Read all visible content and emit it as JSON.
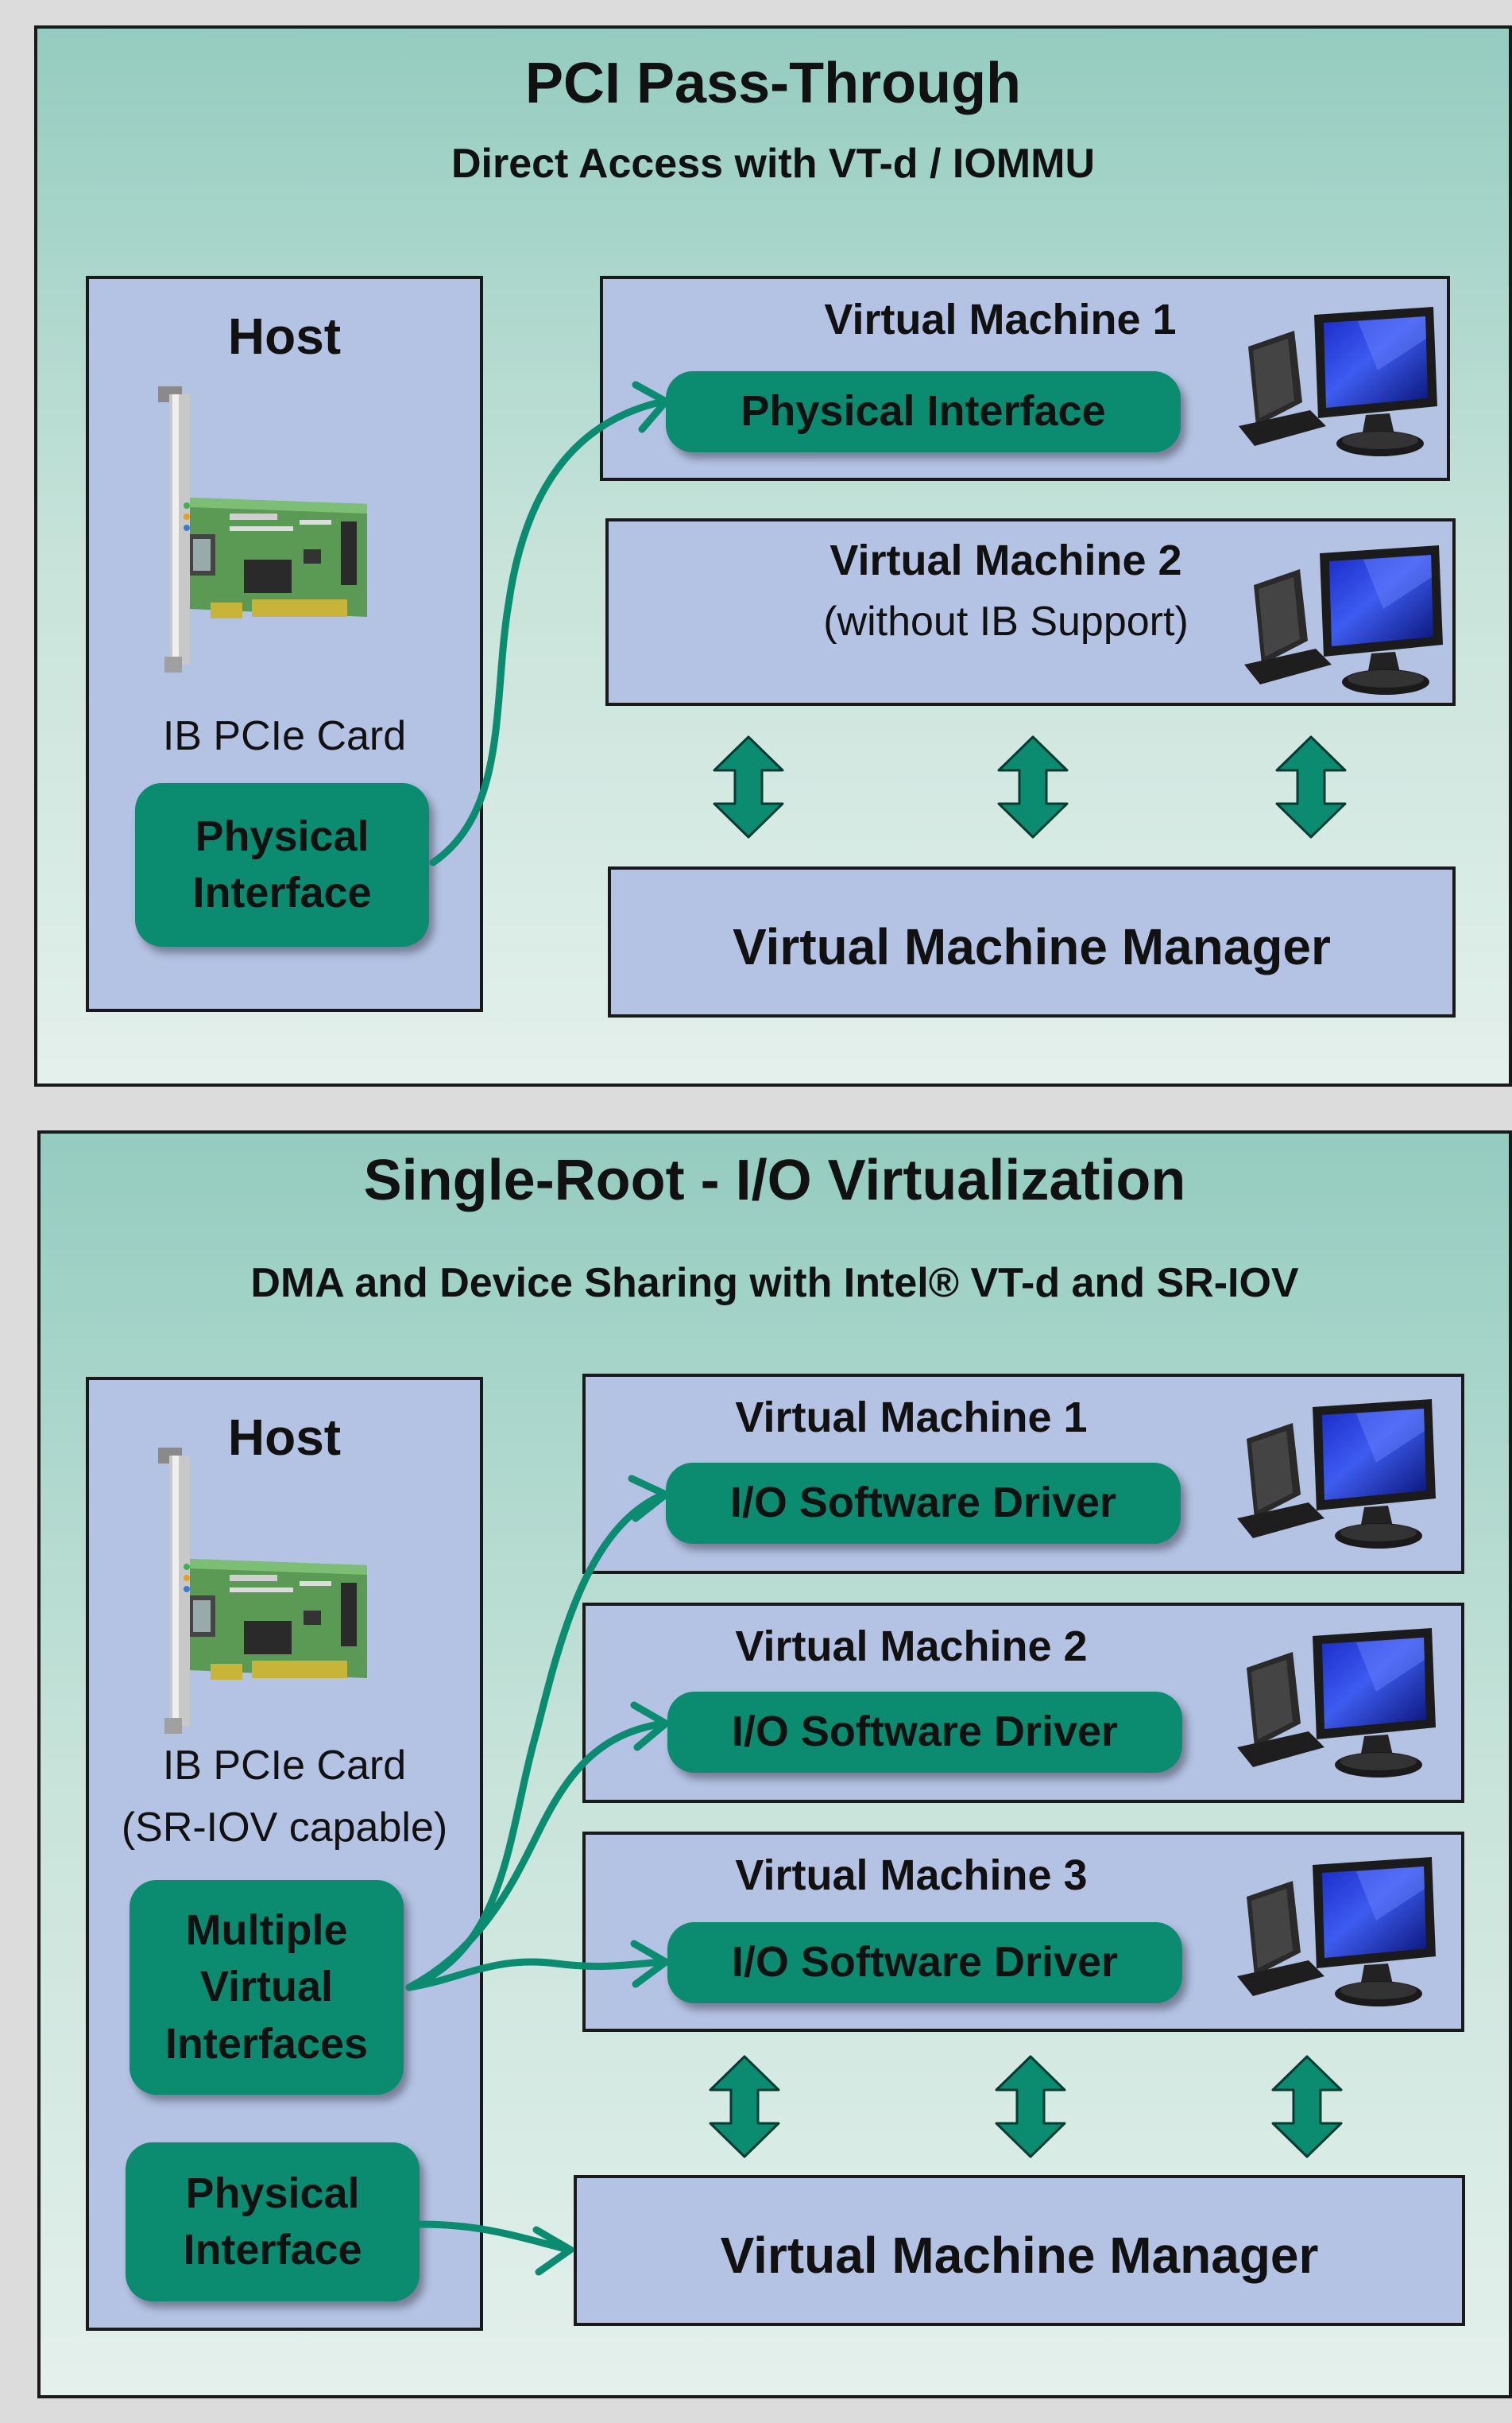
{
  "colors": {
    "panel_top": "#94ccbf",
    "panel_bottom": "#e4f0ec",
    "box": "#b4c2e4",
    "pill": "#0b8b70",
    "arrow": "#0b8b70",
    "border": "#1a1a1a"
  },
  "top": {
    "title": "PCI Pass-Through",
    "subtitle": "Direct Access with VT-d / IOMMU",
    "host": {
      "title": "Host",
      "card_label": "IB PCIe Card",
      "interface": [
        "Physical",
        "Interface"
      ]
    },
    "vm1": {
      "title": "Virtual Machine 1",
      "interface": "Physical Interface"
    },
    "vm2": {
      "title": "Virtual Machine 2",
      "note": "(without IB Support)"
    },
    "vmm": "Virtual Machine Manager"
  },
  "bottom": {
    "title": "Single-Root - I/O Virtualization",
    "subtitle": "DMA and Device Sharing with Intel® VT-d and SR-IOV",
    "host": {
      "title": "Host",
      "card_label": [
        "IB PCIe Card",
        "(SR-IOV capable)"
      ],
      "virtual_interfaces": [
        "Multiple",
        "Virtual",
        "Interfaces"
      ],
      "physical_interface": [
        "Physical",
        "Interface"
      ]
    },
    "vms": [
      {
        "title": "Virtual Machine 1",
        "driver": "I/O Software Driver"
      },
      {
        "title": "Virtual Machine 2",
        "driver": "I/O Software Driver"
      },
      {
        "title": "Virtual Machine 3",
        "driver": "I/O Software Driver"
      }
    ],
    "vmm": "Virtual Machine Manager"
  },
  "icons": [
    "pcie-card-icon",
    "desktop-computer-icon",
    "double-arrow-icon"
  ]
}
